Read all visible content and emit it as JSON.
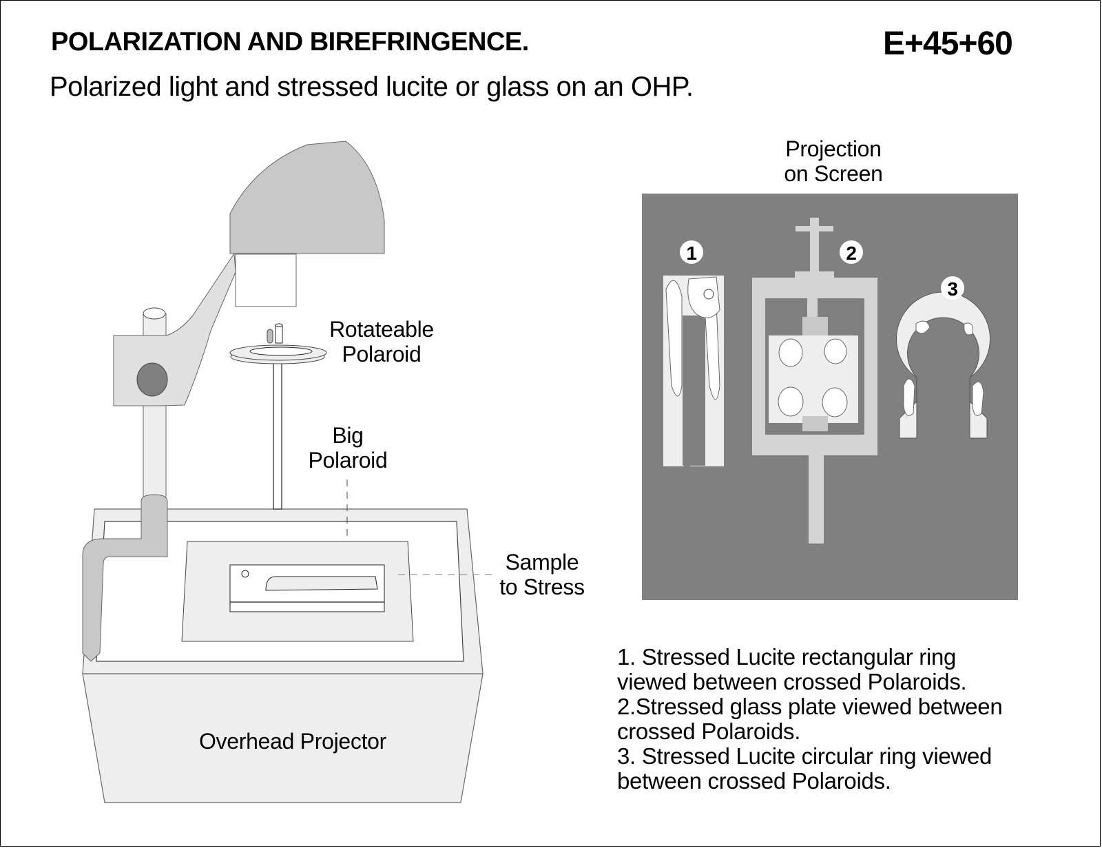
{
  "header": {
    "title": "POLARIZATION AND BIREFRINGENCE.",
    "code": "E+45+60",
    "subtitle": "Polarized light and stressed lucite or glass on an OHP."
  },
  "left_diagram": {
    "labels": {
      "rotateable_polaroid": [
        "Rotateable",
        "Polaroid"
      ],
      "big_polaroid": [
        "Big",
        "Polaroid"
      ],
      "sample_to_stress": [
        "Sample",
        "to Stress"
      ],
      "overhead_projector": "Overhead Projector"
    }
  },
  "right_diagram": {
    "title": [
      "Projection",
      "on Screen"
    ],
    "markers": [
      "1",
      "2",
      "3"
    ],
    "colors": {
      "screen": "#808080",
      "light": "#eeeeee",
      "mid": "#d4d4d4"
    }
  },
  "captions": [
    "1. Stressed Lucite rectangular ring",
    "viewed between crossed Polaroids.",
    "2.Stressed glass plate viewed between",
    "crossed Polaroids.",
    "3. Stressed Lucite circular ring viewed",
    "between crossed Polaroids."
  ]
}
